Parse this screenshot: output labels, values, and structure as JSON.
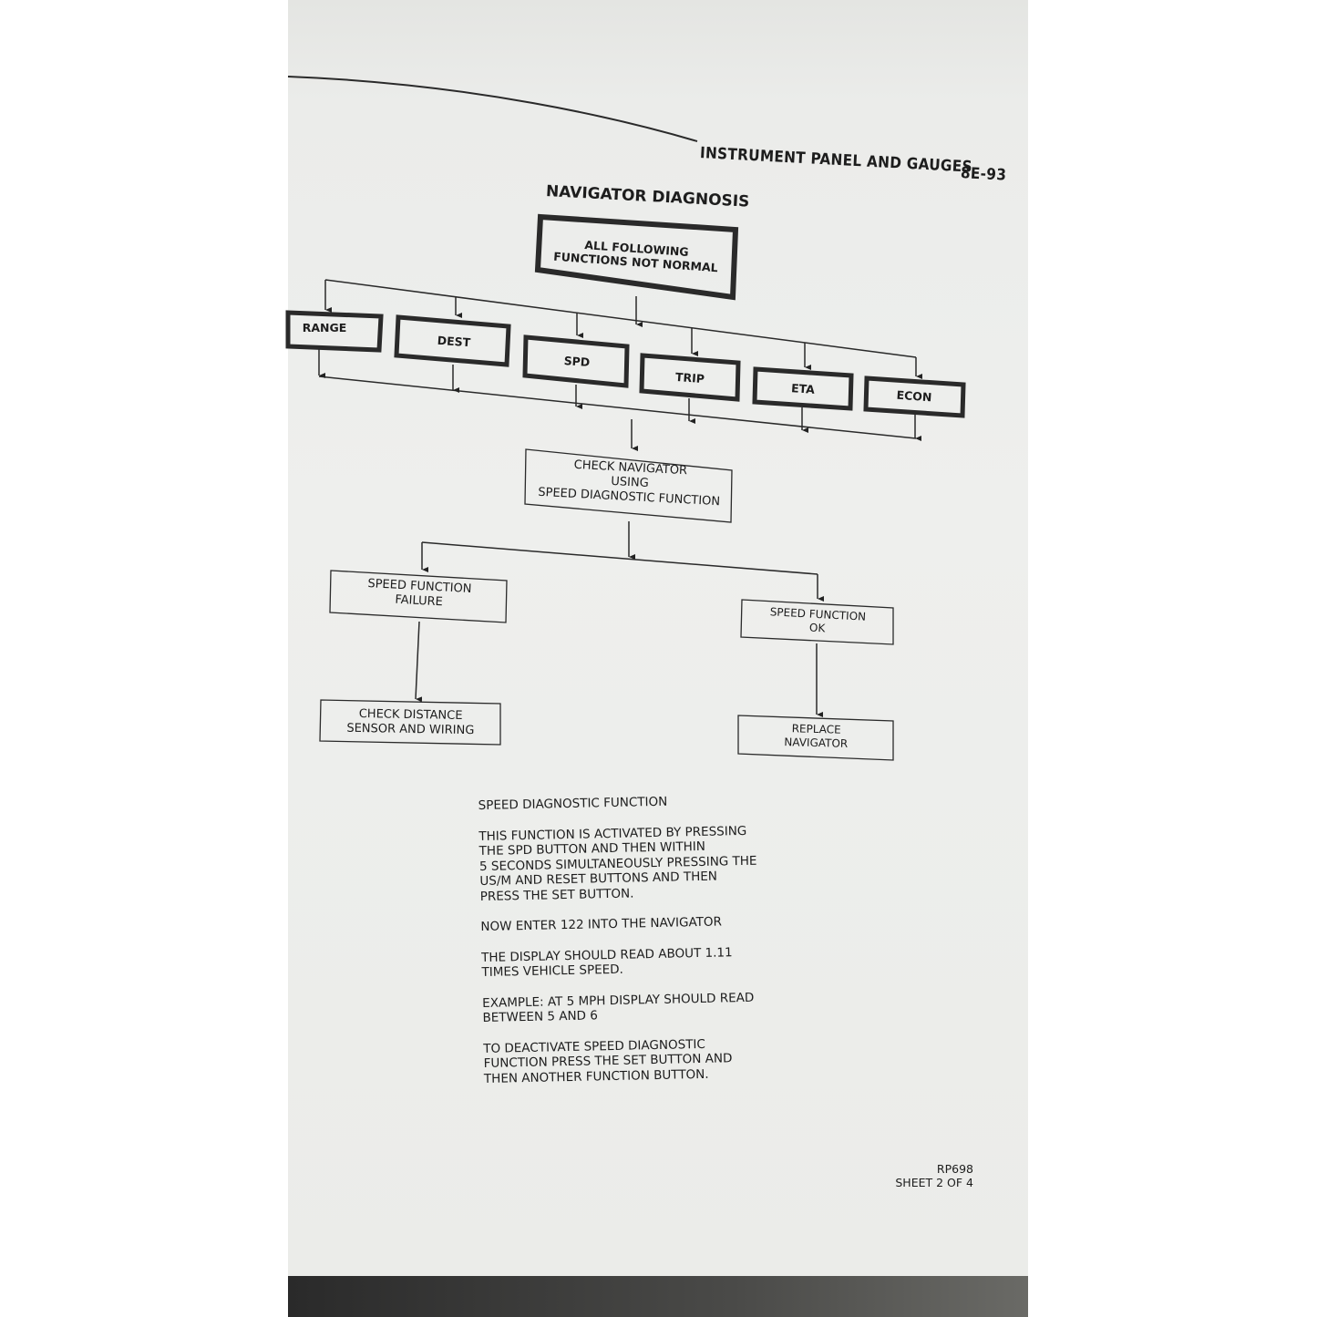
{
  "header": {
    "section": "INSTRUMENT PANEL AND GAUGES",
    "page_number": "8E-93"
  },
  "title": "NAVIGATOR DIAGNOSIS",
  "flowchart": {
    "root": "ALL FOLLOWING FUNCTIONS NOT NORMAL",
    "root_lines": [
      "ALL FOLLOWING",
      "FUNCTIONS NOT NORMAL"
    ],
    "functions": [
      "RANGE",
      "DEST",
      "SPD",
      "TRIP",
      "ETA",
      "ECON"
    ],
    "check": [
      "CHECK NAVIGATOR",
      "USING",
      "SPEED DIAGNOSTIC FUNCTION"
    ],
    "failure": [
      "SPEED FUNCTION",
      "FAILURE"
    ],
    "ok": [
      "SPEED FUNCTION",
      "OK"
    ],
    "failure_action": [
      "CHECK DISTANCE",
      "SENSOR AND WIRING"
    ],
    "ok_action": [
      "REPLACE",
      "NAVIGATOR"
    ]
  },
  "notes": {
    "heading": "SPEED DIAGNOSTIC FUNCTION",
    "paragraphs": [
      [
        "THIS FUNCTION IS ACTIVATED BY PRESSING",
        "THE SPD BUTTON AND THEN WITHIN",
        "5 SECONDS SIMULTANEOUSLY PRESSING THE",
        "US/M AND RESET BUTTONS AND THEN",
        "PRESS THE SET BUTTON."
      ],
      [
        "NOW ENTER 122 INTO THE NAVIGATOR"
      ],
      [
        "THE DISPLAY SHOULD READ ABOUT 1.11",
        "TIMES VEHICLE SPEED."
      ],
      [
        "EXAMPLE: AT 5 MPH DISPLAY SHOULD READ",
        "BETWEEN 5 AND 6"
      ],
      [
        "TO DEACTIVATE SPEED DIAGNOSTIC",
        "FUNCTION PRESS THE SET BUTTON AND",
        "THEN ANOTHER FUNCTION BUTTON."
      ]
    ]
  },
  "footer": {
    "code": "RP698",
    "sheet": "SHEET 2 OF 4"
  }
}
